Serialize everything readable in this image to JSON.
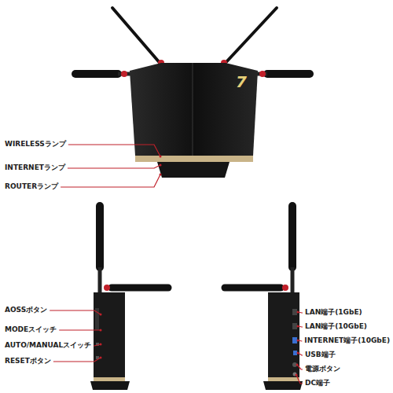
{
  "diagram": {
    "labels": [
      "WIRELESSランプ",
      "INTERNETランプ",
      "ROUTERランプ",
      "AOSSボタン",
      "MODEスイッチ",
      "AUTO/MANUALスイッチ",
      "RESETボタン",
      "LAN端子(1GbE)",
      "LAN端子(10GbE)",
      "INTERNET端子(10GbE)",
      "USB端子",
      "電源ボタン",
      "DC端子",
      "7"
    ]
  }
}
